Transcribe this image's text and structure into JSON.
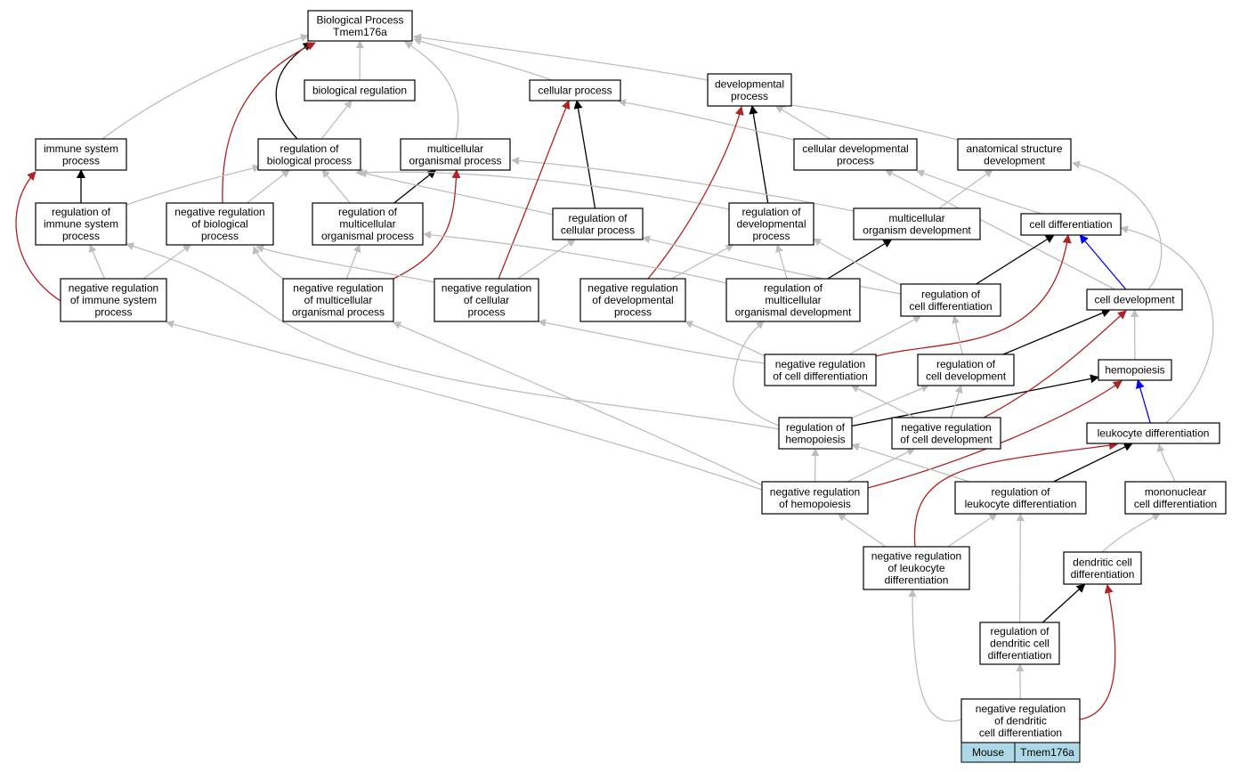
{
  "colors": {
    "is_a": "#bebebe",
    "part_of": "#000000",
    "regulates": "#000000",
    "negatively_regulates": "#b22222",
    "positively_regulates": "#0000ff",
    "legend_fill": "#add8e6"
  },
  "nodes": {
    "bp": [
      "Biological Process",
      "Tmem176a"
    ],
    "bioreg": [
      "biological regulation"
    ],
    "cellproc": [
      "cellular process"
    ],
    "devproc": [
      "developmental",
      "process"
    ],
    "immune": [
      "immune system",
      "process"
    ],
    "regbio": [
      "regulation of",
      "biological process"
    ],
    "multi": [
      "multicellular",
      "organismal process"
    ],
    "celldevproc": [
      "cellular developmental",
      "process"
    ],
    "anat": [
      "anatomical structure",
      "development"
    ],
    "regimm": [
      "regulation of",
      "immune system",
      "process"
    ],
    "negregbio": [
      "negative regulation",
      "of biological",
      "process"
    ],
    "regmulti": [
      "regulation of",
      "multicellular",
      "organismal process"
    ],
    "regcell": [
      "regulation of",
      "cellular process"
    ],
    "regdev": [
      "regulation of",
      "developmental",
      "process"
    ],
    "multidev": [
      "multicellular",
      "organism development"
    ],
    "celldiff": [
      "cell differentiation"
    ],
    "negregimm": [
      "negative regulation",
      "of immune system",
      "process"
    ],
    "negregmulti": [
      "negative regulation",
      "of multicellular",
      "organismal process"
    ],
    "negregcell": [
      "negative regulation",
      "of cellular",
      "process"
    ],
    "negregdev": [
      "negative regulation",
      "of developmental",
      "process"
    ],
    "regmultidev": [
      "regulation of",
      "multicellular",
      "organismal development"
    ],
    "regcelldiff": [
      "regulation of",
      "cell differentiation"
    ],
    "celldev": [
      "cell development"
    ],
    "negregcelldiff": [
      "negative regulation",
      "of cell differentiation"
    ],
    "regcelldev": [
      "regulation of",
      "cell development"
    ],
    "hemo": [
      "hemopoiesis"
    ],
    "reghemo": [
      "regulation of",
      "hemopoiesis"
    ],
    "negregcelldev": [
      "negative regulation",
      "of cell development"
    ],
    "leukdiff": [
      "leukocyte differentiation"
    ],
    "negreghemo": [
      "negative regulation",
      "of hemopoiesis"
    ],
    "regleuk": [
      "regulation of",
      "leukocyte differentiation"
    ],
    "mono": [
      "mononuclear",
      "cell differentiation"
    ],
    "negregleuk": [
      "negative regulation",
      "of leukocyte",
      "differentiation"
    ],
    "dendritic": [
      "dendritic cell",
      "differentiation"
    ],
    "regdend": [
      "regulation of",
      "dendritic cell",
      "differentiation"
    ],
    "target": [
      "negative regulation",
      "of dendritic",
      "cell differentiation"
    ]
  },
  "legend": {
    "species": "Mouse",
    "gene": "Tmem176a"
  },
  "edges": [
    {
      "from": "bioreg",
      "to": "bp",
      "type": "is_a"
    },
    {
      "from": "regbio",
      "to": "bp",
      "type": "regulates"
    },
    {
      "from": "negregbio",
      "to": "bp",
      "type": "negatively_regulates"
    },
    {
      "from": "immune",
      "to": "bp",
      "type": "is_a"
    },
    {
      "from": "multi",
      "to": "bp",
      "type": "is_a"
    },
    {
      "from": "cellproc",
      "to": "bp",
      "type": "is_a"
    },
    {
      "from": "devproc",
      "to": "bp",
      "type": "is_a"
    },
    {
      "from": "regbio",
      "to": "bioreg",
      "type": "is_a"
    },
    {
      "from": "regimm",
      "to": "immune",
      "type": "regulates"
    },
    {
      "from": "regimm",
      "to": "regbio",
      "type": "is_a"
    },
    {
      "from": "negregbio",
      "to": "regbio",
      "type": "is_a"
    },
    {
      "from": "regmulti",
      "to": "regbio",
      "type": "is_a"
    },
    {
      "from": "regmulti",
      "to": "multi",
      "type": "regulates"
    },
    {
      "from": "regcell",
      "to": "regbio",
      "type": "is_a"
    },
    {
      "from": "regcell",
      "to": "cellproc",
      "type": "regulates"
    },
    {
      "from": "regdev",
      "to": "regbio",
      "type": "is_a"
    },
    {
      "from": "regdev",
      "to": "devproc",
      "type": "regulates"
    },
    {
      "from": "celldevproc",
      "to": "cellproc",
      "type": "is_a"
    },
    {
      "from": "celldevproc",
      "to": "devproc",
      "type": "is_a"
    },
    {
      "from": "anat",
      "to": "devproc",
      "type": "is_a"
    },
    {
      "from": "multidev",
      "to": "multi",
      "type": "is_a"
    },
    {
      "from": "multidev",
      "to": "anat",
      "type": "is_a"
    },
    {
      "from": "celldiff",
      "to": "celldevproc",
      "type": "is_a"
    },
    {
      "from": "celldev",
      "to": "celldevproc",
      "type": "is_a"
    },
    {
      "from": "celldev",
      "to": "anat",
      "type": "is_a"
    },
    {
      "from": "celldev",
      "to": "celldiff",
      "type": "positively_regulates"
    },
    {
      "from": "negregimm",
      "to": "immune",
      "type": "negatively_regulates"
    },
    {
      "from": "negregimm",
      "to": "regimm",
      "type": "is_a"
    },
    {
      "from": "negregimm",
      "to": "negregbio",
      "type": "is_a"
    },
    {
      "from": "negregmulti",
      "to": "multi",
      "type": "negatively_regulates"
    },
    {
      "from": "negregmulti",
      "to": "regmulti",
      "type": "is_a"
    },
    {
      "from": "negregmulti",
      "to": "negregbio",
      "type": "is_a"
    },
    {
      "from": "negregcell",
      "to": "cellproc",
      "type": "negatively_regulates"
    },
    {
      "from": "negregcell",
      "to": "regcell",
      "type": "is_a"
    },
    {
      "from": "negregcell",
      "to": "negregbio",
      "type": "is_a"
    },
    {
      "from": "negregdev",
      "to": "devproc",
      "type": "negatively_regulates"
    },
    {
      "from": "negregdev",
      "to": "regdev",
      "type": "is_a"
    },
    {
      "from": "regmultidev",
      "to": "regmulti",
      "type": "is_a"
    },
    {
      "from": "regmultidev",
      "to": "regdev",
      "type": "is_a"
    },
    {
      "from": "regmultidev",
      "to": "multidev",
      "type": "regulates"
    },
    {
      "from": "regcelldiff",
      "to": "regcell",
      "type": "is_a"
    },
    {
      "from": "regcelldiff",
      "to": "regdev",
      "type": "is_a"
    },
    {
      "from": "regcelldiff",
      "to": "celldiff",
      "type": "regulates"
    },
    {
      "from": "negregcelldiff",
      "to": "regcelldiff",
      "type": "is_a"
    },
    {
      "from": "negregcelldiff",
      "to": "celldiff",
      "type": "negatively_regulates"
    },
    {
      "from": "negregcelldiff",
      "to": "negregcell",
      "type": "is_a"
    },
    {
      "from": "negregcelldiff",
      "to": "negregdev",
      "type": "is_a"
    },
    {
      "from": "regcelldev",
      "to": "regcelldiff",
      "type": "is_a"
    },
    {
      "from": "regcelldev",
      "to": "celldev",
      "type": "regulates"
    },
    {
      "from": "hemo",
      "to": "celldev",
      "type": "is_a"
    },
    {
      "from": "reghemo",
      "to": "hemo",
      "type": "regulates"
    },
    {
      "from": "reghemo",
      "to": "regcelldev",
      "type": "is_a"
    },
    {
      "from": "reghemo",
      "to": "regimm",
      "type": "is_a"
    },
    {
      "from": "reghemo",
      "to": "regmultidev",
      "type": "is_a"
    },
    {
      "from": "negregcelldev",
      "to": "regcelldev",
      "type": "is_a"
    },
    {
      "from": "negregcelldev",
      "to": "negregcelldiff",
      "type": "is_a"
    },
    {
      "from": "negregcelldev",
      "to": "celldev",
      "type": "negatively_regulates"
    },
    {
      "from": "leukdiff",
      "to": "hemo",
      "type": "positively_regulates"
    },
    {
      "from": "leukdiff",
      "to": "celldiff",
      "type": "is_a"
    },
    {
      "from": "negreghemo",
      "to": "reghemo",
      "type": "is_a"
    },
    {
      "from": "negreghemo",
      "to": "negregcelldev",
      "type": "is_a"
    },
    {
      "from": "negreghemo",
      "to": "hemo",
      "type": "negatively_regulates"
    },
    {
      "from": "negreghemo",
      "to": "negregimm",
      "type": "is_a"
    },
    {
      "from": "negreghemo",
      "to": "negregmulti",
      "type": "is_a"
    },
    {
      "from": "regleuk",
      "to": "leukdiff",
      "type": "regulates"
    },
    {
      "from": "regleuk",
      "to": "reghemo",
      "type": "is_a"
    },
    {
      "from": "mono",
      "to": "leukdiff",
      "type": "is_a"
    },
    {
      "from": "negregleuk",
      "to": "negreghemo",
      "type": "is_a"
    },
    {
      "from": "negregleuk",
      "to": "regleuk",
      "type": "is_a"
    },
    {
      "from": "negregleuk",
      "to": "leukdiff",
      "type": "negatively_regulates"
    },
    {
      "from": "dendritic",
      "to": "mono",
      "type": "is_a"
    },
    {
      "from": "regdend",
      "to": "dendritic",
      "type": "regulates"
    },
    {
      "from": "regdend",
      "to": "regleuk",
      "type": "is_a"
    },
    {
      "from": "target",
      "to": "regdend",
      "type": "is_a"
    },
    {
      "from": "target",
      "to": "dendritic",
      "type": "negatively_regulates"
    },
    {
      "from": "target",
      "to": "negregleuk",
      "type": "is_a"
    }
  ]
}
